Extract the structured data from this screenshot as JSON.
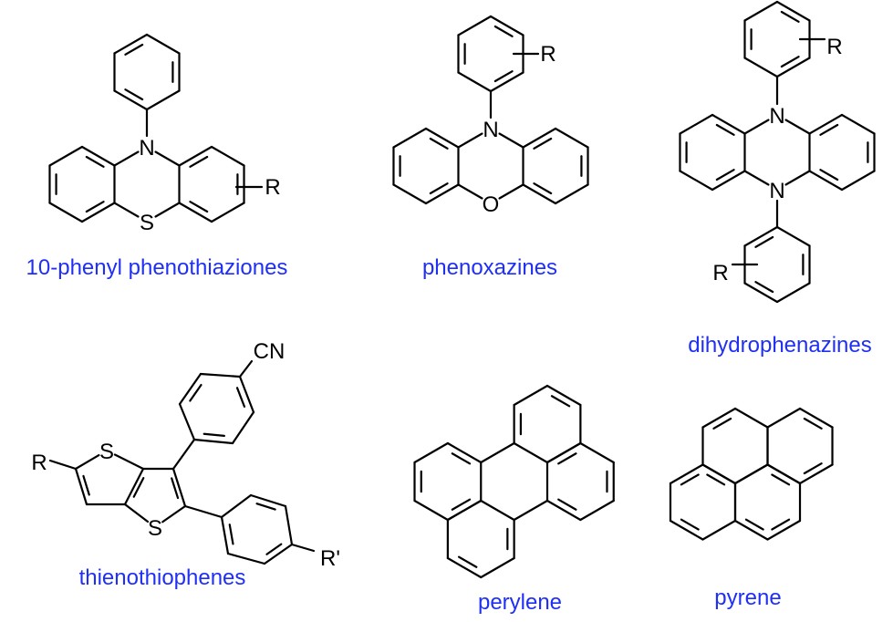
{
  "colors": {
    "label": "#1f2ff5",
    "bond": "#000000"
  },
  "molecules": {
    "phenothiazine": {
      "name": "10-phenyl phenothiaziones",
      "atoms": {
        "N": "N",
        "S": "S",
        "R": "R"
      }
    },
    "phenoxazine": {
      "name": "phenoxazines",
      "atoms": {
        "N": "N",
        "O": "O",
        "R": "R"
      }
    },
    "dihydrophenazine": {
      "name": "dihydrophenazines",
      "atoms": {
        "N1": "N",
        "N2": "N",
        "R1": "R",
        "R2": "R"
      }
    },
    "thienothiophene": {
      "name": "thienothiophenes",
      "atoms": {
        "S1": "S",
        "S2": "S",
        "R": "R",
        "CN": "CN",
        "Rp": "R'"
      }
    },
    "perylene": {
      "name": "perylene"
    },
    "pyrene": {
      "name": "pyrene"
    }
  }
}
